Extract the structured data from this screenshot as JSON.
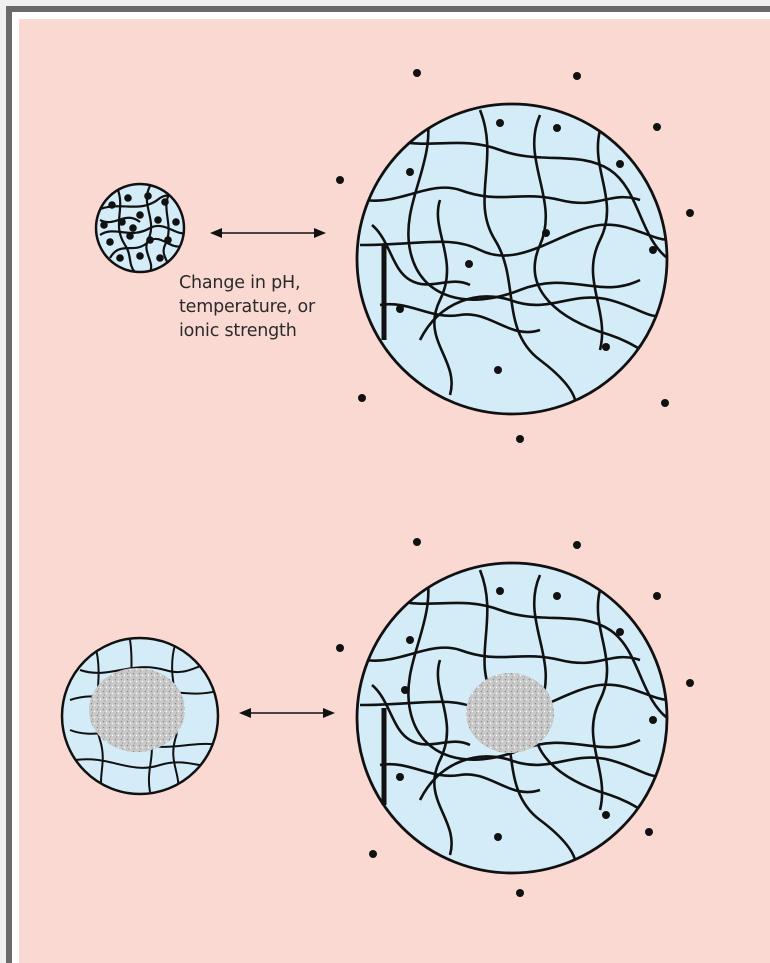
{
  "colors": {
    "background": "#fbd9d3",
    "frame_outer": "#6a6a6a",
    "frame_inner": "#ffffff",
    "gel_fill": "#d3ecf8",
    "network_line": "#111111",
    "solute_dot": "#111111",
    "core_fill": "#c9c9c9",
    "arrow": "#111111"
  },
  "annotation": {
    "line1": "Change in pH,",
    "line2": "temperature, or",
    "line3": "ionic strength"
  },
  "icons": {
    "top_arrow": "double-headed-arrow",
    "bottom_arrow": "double-headed-arrow"
  }
}
